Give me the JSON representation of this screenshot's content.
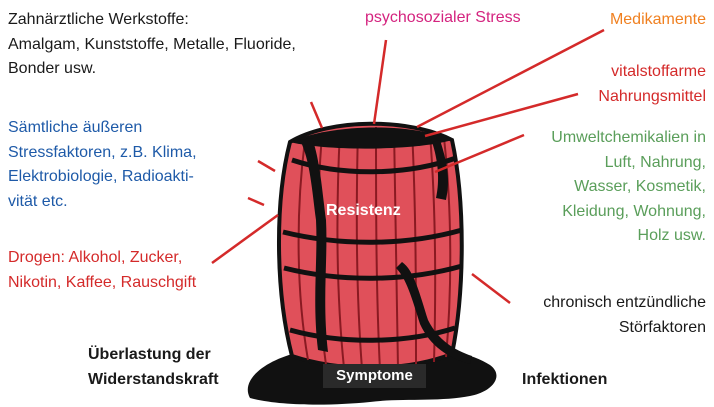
{
  "colors": {
    "black": "#1a1a1a",
    "blue": "#1e5aa8",
    "red": "#d42a2a",
    "magenta": "#d4237f",
    "orange": "#f08020",
    "green": "#5a9e5a",
    "barrel": "#e0505a"
  },
  "labels": {
    "werkstoffe": [
      "Zahnärztliche Werkstoffe:",
      "Amalgam, Kunststoffe, Metalle, Fluoride,",
      "Bonder usw."
    ],
    "stress": [
      "Sämtliche äußeren",
      "Stressfaktoren, z.B. Klima,",
      "Elektrobiologie, Radioakti-",
      "vität etc."
    ],
    "drogen": [
      "Drogen: Alkohol, Zucker,",
      "Nikotin, Kaffee, Rauschgift"
    ],
    "ueberlastung": [
      "Überlastung der",
      "Widerstandskraft"
    ],
    "psychosozial": "psychosozialer Stress",
    "medikamente": "Medikamente",
    "vitalstoff": [
      "vitalstoffarme",
      "Nahrungsmittel"
    ],
    "umwelt": [
      "Umweltchemikalien in",
      "Luft, Nahrung,",
      "Wasser, Kosmetik,",
      "Kleidung, Wohnung,",
      "Holz usw."
    ],
    "chronisch": [
      "chronisch entzündliche",
      "Störfaktoren"
    ],
    "infektionen": "Infektionen",
    "resistenz": "Resistenz",
    "symptome": "Symptome"
  }
}
